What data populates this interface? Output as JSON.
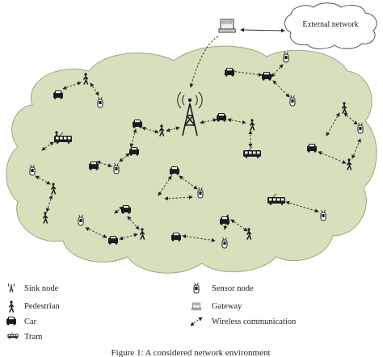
{
  "external_network": {
    "label": "External network"
  },
  "legend": [
    {
      "id": "sink",
      "label": "Sink node",
      "icon": "antenna-icon"
    },
    {
      "id": "pedestrian",
      "label": "Pedestrian",
      "icon": "pedestrian-icon"
    },
    {
      "id": "car",
      "label": "Car",
      "icon": "car-icon"
    },
    {
      "id": "tram",
      "label": "Tram",
      "icon": "tram-icon"
    },
    {
      "id": "sensor",
      "label": "Sensor node",
      "icon": "sensor-icon"
    },
    {
      "id": "gateway",
      "label": "Gateway",
      "icon": "gateway-icon"
    },
    {
      "id": "wireless",
      "label": "Wireless communication",
      "icon": "wireless-link-icon"
    }
  ],
  "caption": "Figure 1: A considered network environment",
  "colors": {
    "cloud_fill": "#d6e0bd",
    "cloud_stroke": "#9aa585",
    "ink": "#222222"
  }
}
